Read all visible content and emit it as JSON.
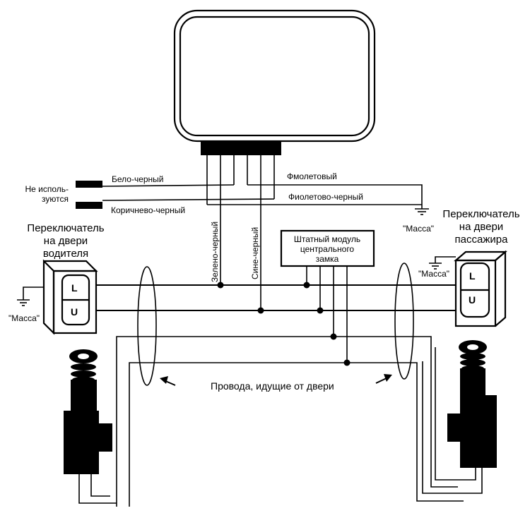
{
  "diagram": {
    "title": "Схема подключения центрального замка",
    "colors": {
      "ink": "#000000",
      "background": "#ffffff"
    },
    "wires": {
      "white_black": "Бело-черный",
      "brown_black": "Коричнево-черный",
      "violet": "Фмолетовый",
      "violet_black": "Фиолетово-черный",
      "green_black": "Зелено-черный",
      "blue_black": "Сине-черный"
    },
    "unused_label": {
      "line1": "Не исполь-",
      "line2": "зуются"
    },
    "ground_label": "\"Масса\"",
    "module": {
      "line1": "Штатный модуль",
      "line2": "центрального",
      "line3": "замка"
    },
    "driver_switch": {
      "line1": "Переключатель",
      "line2": "на двери",
      "line3": "водителя",
      "key_lock": "L",
      "key_unlock": "U"
    },
    "passenger_switch": {
      "line1": "Переключатель",
      "line2": "на двери",
      "line3": "пассажира",
      "key_lock": "L",
      "key_unlock": "U"
    },
    "door_wires_label": "Провода, идущие от двери",
    "icons": [
      "ground-symbol-icon",
      "splice-dot-icon",
      "arrow-icon",
      "actuator-icon"
    ]
  }
}
